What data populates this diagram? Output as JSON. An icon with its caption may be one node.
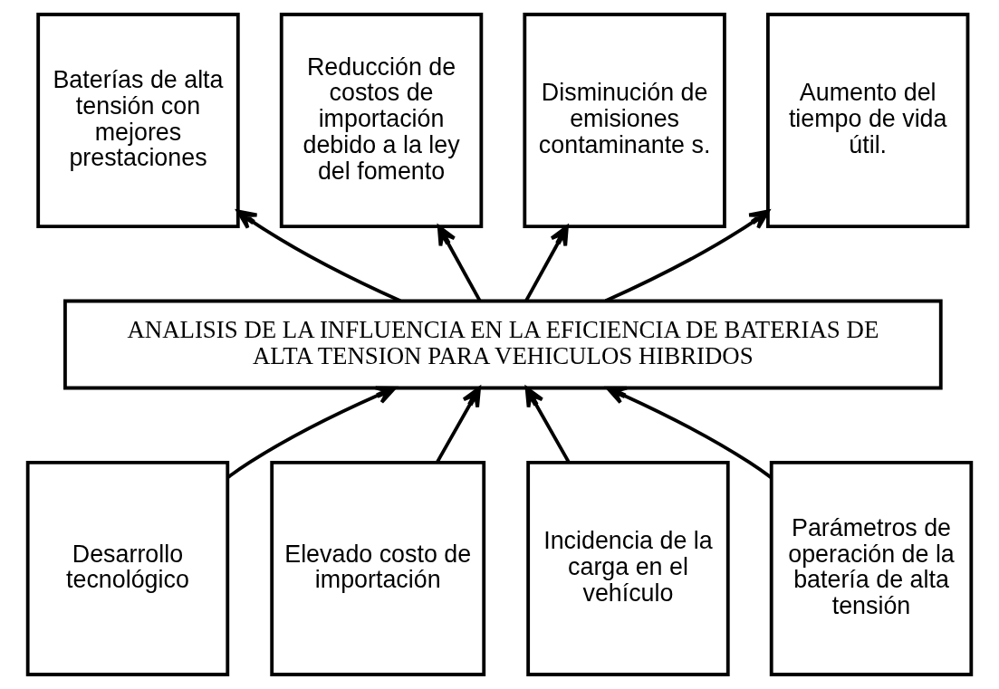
{
  "diagram": {
    "nodes": [
      {
        "text": [
          "Baterías de alta tensión con mejores prestaciones"
        ]
      },
      {
        "text": [
          "Reducción de costos de importación debido a la ley del fomento"
        ]
      },
      {
        "text": [
          "Disminución de emisiones contaminante s."
        ]
      },
      {
        "text": [
          "Aumento del tiempo de vida útil."
        ]
      },
      {
        "text": [
          "ANALISIS DE LA INFLUENCIA EN LA EFICIENCIA DE BATERIAS DE ALTA TENSION PARA VEHICULOS HIBRIDOS"
        ]
      },
      {
        "text": [
          "Desarrollo tecnológico"
        ]
      },
      {
        "text": [
          "Elevado costo de importación"
        ]
      },
      {
        "text": [
          "Incidencia de la carga en el vehículo"
        ]
      },
      {
        "text": [
          "Parámetros de operación de la batería de alta tensión"
        ]
      }
    ],
    "edges": [
      {
        "from": 5,
        "to": 4,
        "arrow": "to"
      },
      {
        "from": 6,
        "to": 4,
        "arrow": "to"
      },
      {
        "from": 7,
        "to": 4,
        "arrow": "to"
      },
      {
        "from": 8,
        "to": 4,
        "arrow": "to"
      },
      {
        "from": 4,
        "to": 0,
        "arrow": "to"
      },
      {
        "from": 4,
        "to": 1,
        "arrow": "to"
      },
      {
        "from": 4,
        "to": 2,
        "arrow": "to"
      },
      {
        "from": 4,
        "to": 3,
        "arrow": "to"
      }
    ]
  }
}
